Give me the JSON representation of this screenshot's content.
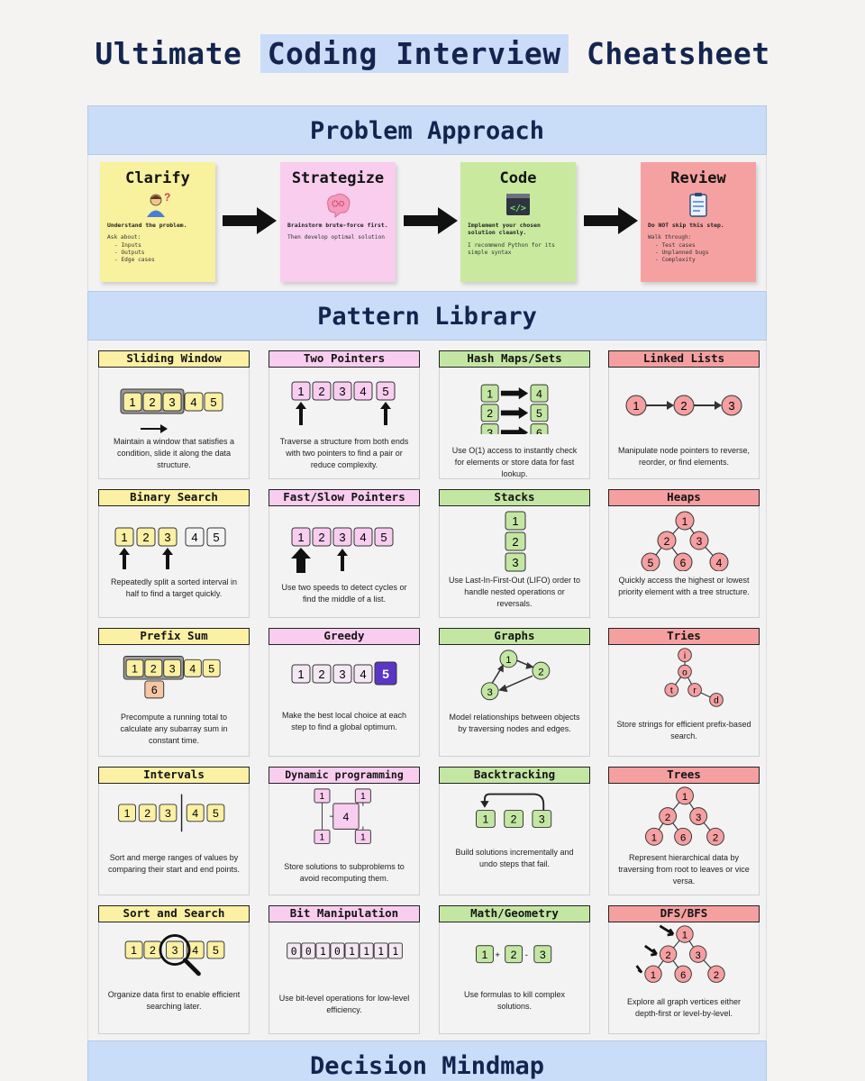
{
  "title": {
    "pre": "Ultimate ",
    "highlight": "Coding Interview",
    "post": " Cheatsheet"
  },
  "sections": {
    "approach": "Problem Approach",
    "patterns": "Pattern Library",
    "mindmap": "Decision Mindmap"
  },
  "colors": {
    "yellow": "#fbf0a3",
    "pink": "#f9cdf0",
    "green": "#c3e7a3",
    "red": "#f59fa0",
    "band": "#c9dcf8",
    "navy": "#13254f"
  },
  "steps": [
    {
      "title": "Clarify",
      "icon": "person-question-icon",
      "lead": "Understand the problem.",
      "sub": "Ask about:",
      "bullets": [
        "Inputs",
        "Outputs",
        "Edge cases"
      ],
      "extra": ""
    },
    {
      "title": "Strategize",
      "icon": "brain-gears-icon",
      "lead": "Brainstorm brute-force first.",
      "sub": "Then develop optimal solution",
      "bullets": [],
      "extra": ""
    },
    {
      "title": "Code",
      "icon": "code-terminal-icon",
      "lead": "Implement your chosen solution cleanly.",
      "sub": "I recommend Python for its simple syntax",
      "bullets": [],
      "extra": ""
    },
    {
      "title": "Review",
      "icon": "clipboard-icon",
      "lead": "Do NOT skip this step.",
      "sub": "Walk through:",
      "bullets": [
        "Test cases",
        "Unplanned bugs",
        "Complexity"
      ],
      "extra": ""
    }
  ],
  "patterns": [
    {
      "name": "Sliding Window",
      "desc": "Maintain a window that satisfies a condition, slide it along the data structure."
    },
    {
      "name": "Two Pointers",
      "desc": "Traverse a structure from both ends with two pointers to find a pair or reduce complexity."
    },
    {
      "name": "Hash Maps/Sets",
      "desc": "Use O(1) access to instantly check for elements or store data for fast lookup."
    },
    {
      "name": "Linked Lists",
      "desc": "Manipulate node pointers to reverse, reorder, or find elements."
    },
    {
      "name": "Binary Search",
      "desc": "Repeatedly split a sorted interval in half to find a target quickly."
    },
    {
      "name": "Fast/Slow Pointers",
      "desc": "Use two speeds to detect cycles or find the middle of a list."
    },
    {
      "name": "Stacks",
      "desc": "Use Last-In-First-Out (LIFO) order to handle nested operations or reversals."
    },
    {
      "name": "Heaps",
      "desc": "Quickly access the highest or lowest priority element with a tree structure."
    },
    {
      "name": "Prefix Sum",
      "desc": "Precompute a running total to calculate any subarray sum in constant time."
    },
    {
      "name": "Greedy",
      "desc": "Make the best local choice at each step to find a global optimum."
    },
    {
      "name": "Graphs",
      "desc": "Model relationships between objects by traversing nodes and edges."
    },
    {
      "name": "Tries",
      "desc": "Store strings for efficient prefix-based search."
    },
    {
      "name": "Intervals",
      "desc": "Sort and merge ranges of values by comparing their start and end points."
    },
    {
      "name": "Dynamic programming",
      "desc": "Store solutions to subproblems to avoid recomputing them."
    },
    {
      "name": "Backtracking",
      "desc": "Build solutions incrementally and undo steps that fail."
    },
    {
      "name": "Trees",
      "desc": "Represent hierarchical data by traversing from root to leaves or vice versa."
    },
    {
      "name": "Sort and Search",
      "desc": "Organize data first to enable efficient searching later."
    },
    {
      "name": "Bit Manipulation",
      "desc": "Use bit-level operations for low-level efficiency."
    },
    {
      "name": "Math/Geometry",
      "desc": "Use formulas to kill complex solutions."
    },
    {
      "name": "DFS/BFS",
      "desc": "Explore all graph vertices either depth-first or level-by-level."
    }
  ],
  "diagram_text": {
    "array5": [
      "1",
      "2",
      "3",
      "4",
      "5"
    ],
    "hash_keys": [
      "1",
      "2",
      "3"
    ],
    "hash_vals": [
      "4",
      "5",
      "6"
    ],
    "stack": [
      "1",
      "2",
      "3"
    ],
    "prefix_result": "6",
    "trie": [
      "i",
      "o",
      "t",
      "r",
      "d"
    ],
    "heap": [
      "1",
      "2",
      "3",
      "5",
      "6",
      "4"
    ],
    "tree": [
      "1",
      "2",
      "3",
      "1",
      "6",
      "2"
    ],
    "dp_corners": [
      "1",
      "1",
      "1",
      "1"
    ],
    "dp_center": "4",
    "bits": [
      "0",
      "0",
      "1",
      "0",
      "1",
      "1",
      "1",
      "1"
    ],
    "math": [
      "1",
      "+",
      "2",
      "-",
      "3"
    ]
  }
}
